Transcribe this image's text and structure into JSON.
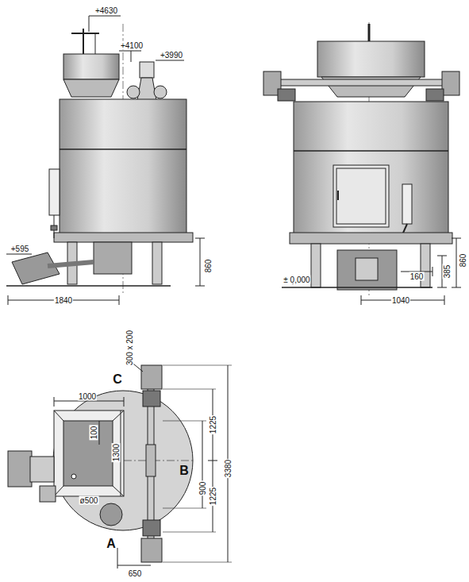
{
  "diagram": {
    "labels": [
      "+4630",
      "+4100",
      "+3990",
      "+595",
      "860",
      "1840",
      "± 0,000",
      "160",
      "385",
      "860",
      "1040",
      "300 x 200",
      "C",
      "1000",
      "1225",
      "100",
      "1300",
      "B",
      "3380",
      "900",
      "1225",
      "ø500",
      "A",
      "650"
    ]
  }
}
